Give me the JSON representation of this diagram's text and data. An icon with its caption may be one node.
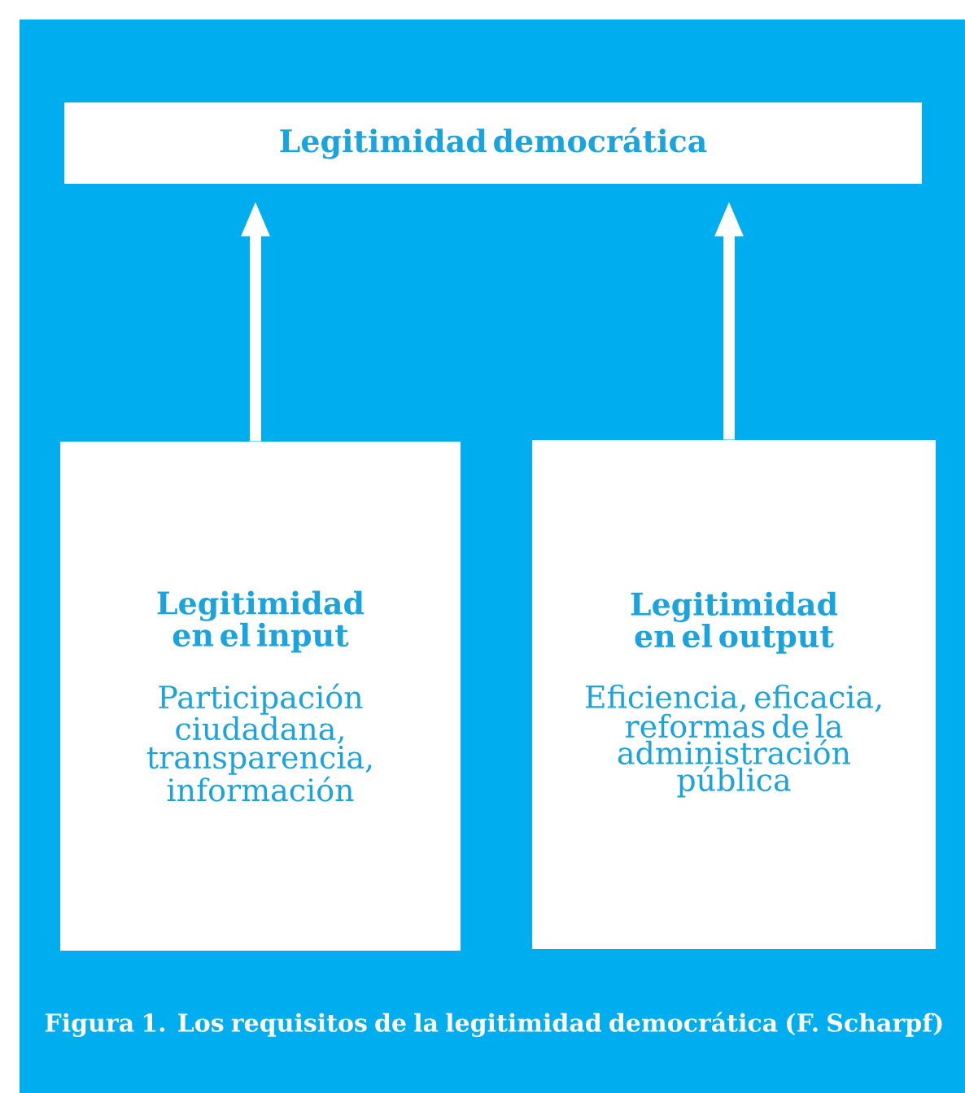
{
  "diagram": {
    "caption": "Figura 1. Los requisitos de la legitimidad democrática (F. Scharpf)",
    "nodes": [
      {
        "text": [
          "Legitimidad democrática"
        ]
      },
      {
        "text": [
          "Legitimidad en el input",
          "Participación ciudadana, transparencia, información"
        ]
      },
      {
        "text": [
          "Legitimidad en el output",
          "Eficiencia, eficacia, reformas de la administración pública"
        ]
      }
    ],
    "edges": [
      {
        "from": 1,
        "to": 0,
        "arrow": "to"
      },
      {
        "from": 2,
        "to": 0,
        "arrow": "to"
      }
    ]
  }
}
